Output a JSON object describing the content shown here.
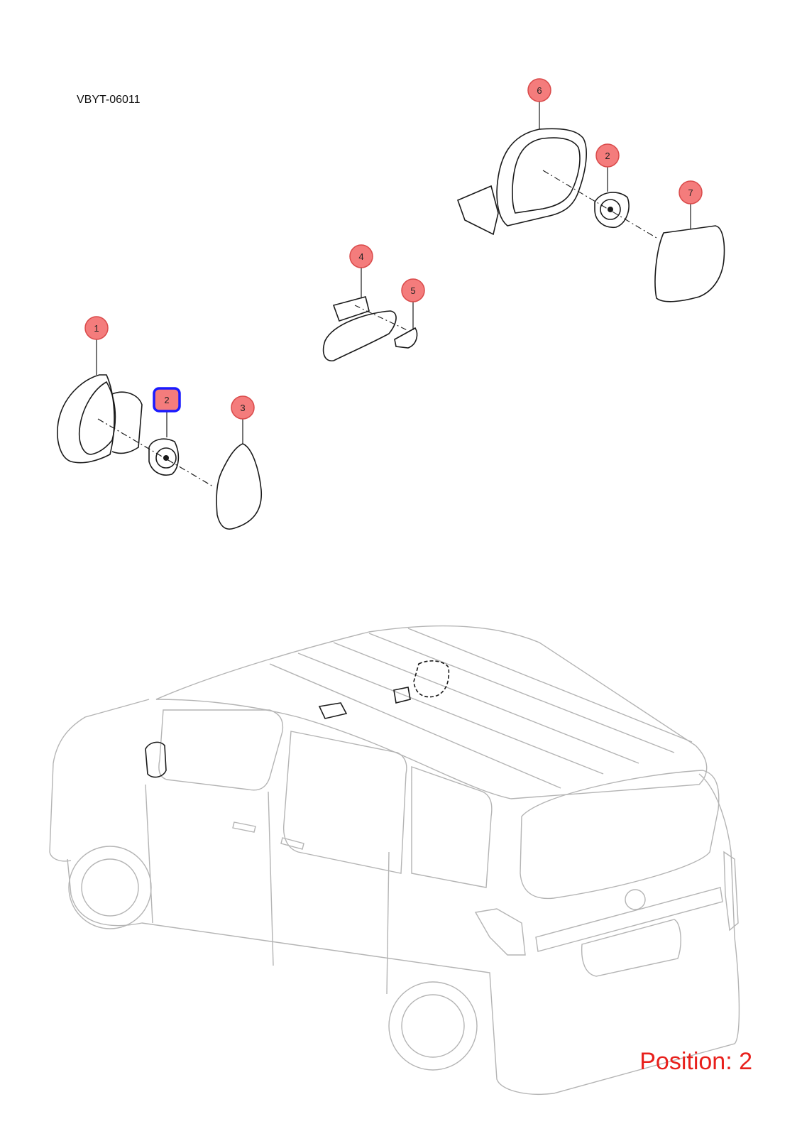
{
  "header": {
    "part_code": "VBYT-06011"
  },
  "footer": {
    "position_text": "Position: 2"
  },
  "colors": {
    "callout_fill": "#f47c7c",
    "callout_stroke": "#d94a4a",
    "selected_outline": "#1a1aff",
    "position_text": "#e8201c"
  },
  "callouts": [
    {
      "id": "c1",
      "label": "1"
    },
    {
      "id": "c2a",
      "label": "2",
      "selected": true
    },
    {
      "id": "c3",
      "label": "3"
    },
    {
      "id": "c4",
      "label": "4"
    },
    {
      "id": "c5",
      "label": "5"
    },
    {
      "id": "c6",
      "label": "6"
    },
    {
      "id": "c2b",
      "label": "2"
    },
    {
      "id": "c7",
      "label": "7"
    }
  ]
}
